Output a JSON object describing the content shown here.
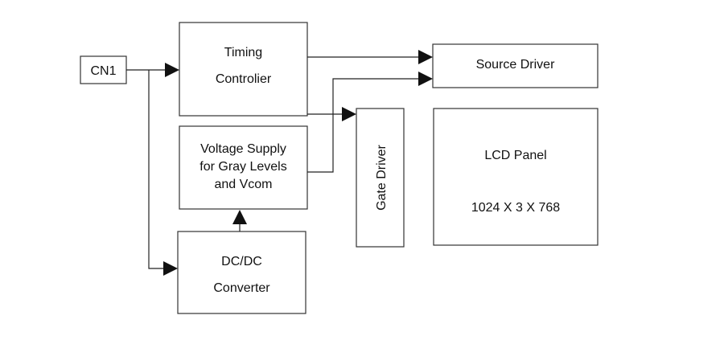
{
  "diagram": {
    "cn1": "CN1",
    "timing_controller": {
      "line1": "Timing",
      "line2": "Controlier"
    },
    "voltage_supply": {
      "line1": "Voltage Supply",
      "line2": "for Gray Levels",
      "line3": "and Vcom"
    },
    "dc_dc": {
      "line1": "DC/DC",
      "line2": "Converter"
    },
    "gate_driver": "Gate Driver",
    "source_driver": "Source Driver",
    "lcd_panel": {
      "line1": "LCD Panel",
      "line2": "1024 X 3 X 768"
    }
  }
}
